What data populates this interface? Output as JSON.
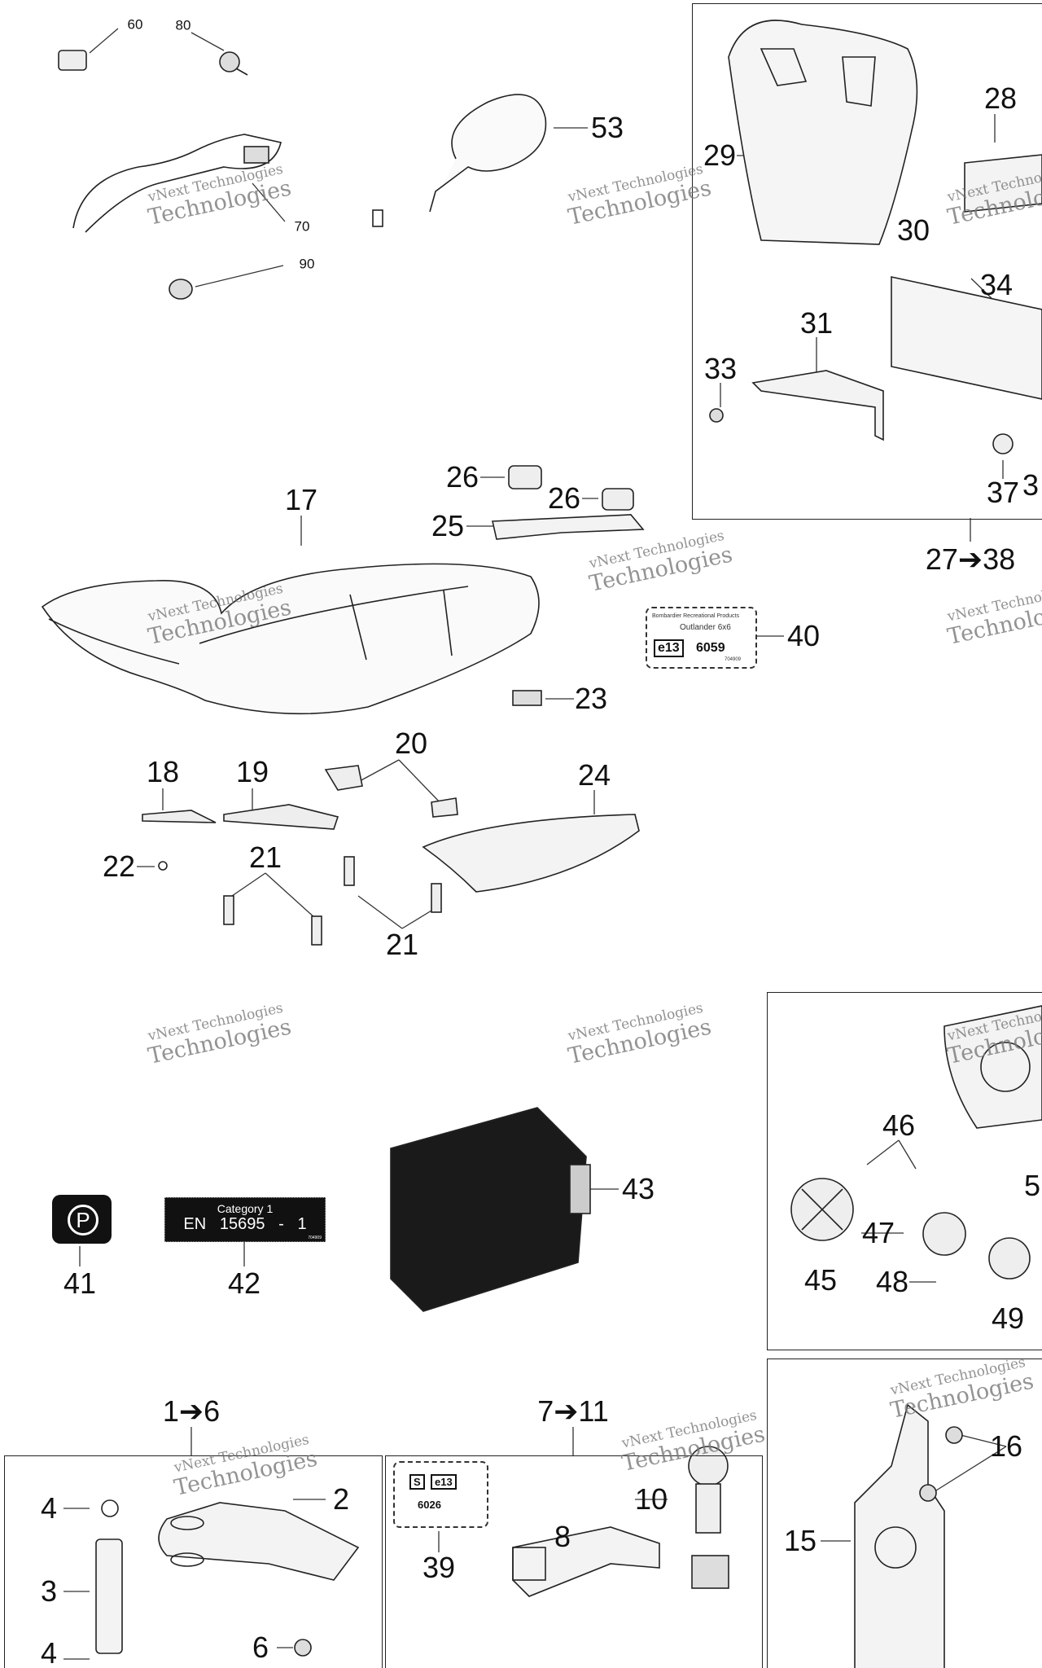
{
  "watermark": {
    "line1": "vNext Technologies",
    "line2": "Technologies"
  },
  "callouts": {
    "c60": "60",
    "c80": "80",
    "c70": "70",
    "c90": "90",
    "c53": "53",
    "c29": "29",
    "c28": "28",
    "c30": "30",
    "c34": "34",
    "c31": "31",
    "c33": "33",
    "c37": "37",
    "c3r": "3",
    "c27_38": "27➔38",
    "c17": "17",
    "c26a": "26",
    "c26b": "26",
    "c25": "25",
    "c40": "40",
    "c23": "23",
    "c18": "18",
    "c19": "19",
    "c20": "20",
    "c24": "24",
    "c22": "22",
    "c21a": "21",
    "c21b": "21",
    "c41": "41",
    "c42": "42",
    "c43": "43",
    "c46": "46",
    "c45": "45",
    "c47": "47",
    "c48": "48",
    "c49": "49",
    "c5": "5",
    "c15": "15",
    "c16": "16",
    "c1_6": "1➔6",
    "c4a": "4",
    "c2": "2",
    "c3": "3",
    "c6": "6",
    "c4b": "4",
    "c7_11": "7➔11",
    "c39": "39",
    "c10": "10",
    "c8": "8"
  },
  "decal_40": {
    "line1": "Bombardier Recreational Products",
    "line2": "Outlander 6x6",
    "mark": "e13",
    "code": "6059",
    "small": "704909"
  },
  "decal_42": {
    "line1": "Category 1",
    "line2": "EN   15695   -   1",
    "small": "704909"
  },
  "decal_41": {
    "symbol": "P"
  },
  "decal_39": {
    "s": "S",
    "mark": "e13",
    "code": "6026"
  }
}
